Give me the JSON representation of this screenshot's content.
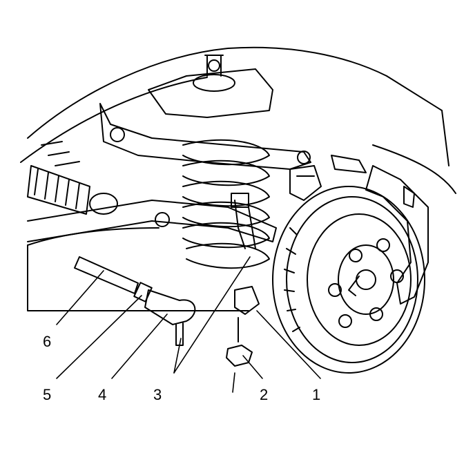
{
  "diagram": {
    "callouts": [
      {
        "id": "6",
        "label": "6"
      },
      {
        "id": "5",
        "label": "5"
      },
      {
        "id": "4",
        "label": "4"
      },
      {
        "id": "3",
        "label": "3"
      },
      {
        "id": "2",
        "label": "2"
      },
      {
        "id": "1",
        "label": "1"
      }
    ]
  }
}
